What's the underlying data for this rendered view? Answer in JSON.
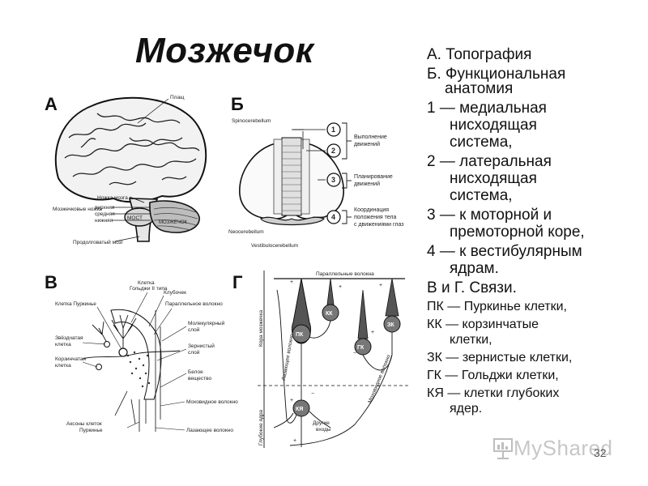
{
  "slide": {
    "title": "Мозжечок",
    "page_number": "32",
    "watermark": "MyShared"
  },
  "panels": {
    "A": {
      "letter": "А",
      "labels": {
        "plash": "Плащ",
        "nozhka": "Ножка мозга",
        "mozzh_nozhki": "Мозжечковые ножки",
        "verkhnyaya": "верхняя",
        "srednyaya": "средняя",
        "nizhnyaya": "нижняя",
        "most": "МОСТ",
        "mozzhechok": "МОЗЖЕЧОК",
        "prodolgovaty": "Продолговатый мозг"
      }
    },
    "B": {
      "letter": "Б",
      "labels": {
        "spino": "Spinocerebellum",
        "neo": "Neocerebellum",
        "vestibulo": "Vestibulocerebellum",
        "n1": "1",
        "n2": "2",
        "n3": "3",
        "n4": "4",
        "vypolnenie_1": "Выполнение",
        "vypolnenie_2": "движений",
        "planirovanie_1": "Планирование",
        "planirovanie_2": "движений",
        "koord_1": "Координация",
        "koord_2": "положения тела",
        "koord_3": "с движениями глаз"
      }
    },
    "V": {
      "letter": "В",
      "labels": {
        "kletka_golgi_1": "Клетка",
        "kletka_golgi_2": "Гольджи II типа",
        "klubochek": "Клубочек",
        "parallelnoe": "Параллельное волокно",
        "purkinje": "Клетка Пуркинье",
        "molek_1": "Молекулярный",
        "molek_2": "слой",
        "zvezd_1": "Звёздчатая",
        "zvezd_2": "клетка",
        "zern_1": "Зернистый",
        "zern_2": "слой",
        "korz_1": "Корзинчатая",
        "korz_2": "клетка",
        "beloe_1": "Белое",
        "beloe_2": "вещество",
        "mohovid": "Моховидное волокно",
        "aksony_1": "Аксоны клеток",
        "aksony_2": "Пуркинье",
        "lazayuschee": "Лазающее волокно"
      }
    },
    "G": {
      "letter": "Г",
      "labels": {
        "parallelnye": "Параллельные волокна",
        "kora": "Кора мозжечка",
        "lazayuschee": "Лазающее волокно",
        "mohovidnoe": "Моховидное волокно",
        "glubokie": "Глубокие ядра",
        "drugie_1": "Другие",
        "drugie_2": "входы",
        "pk": "ПК",
        "kk": "КК",
        "zk": "ЗК",
        "gk": "ГК",
        "kya": "КЯ",
        "plus": "+",
        "minus": "−"
      }
    }
  },
  "legend": {
    "items": [
      {
        "text": "А. Топография",
        "cont": "",
        "size": "large"
      },
      {
        "text": "Б. Функциональная",
        "cont": "анатомия",
        "size": "large"
      },
      {
        "text": "1 — медиальная",
        "cont": "нисходящая система,",
        "size": "large"
      },
      {
        "text": "2 — латеральная",
        "cont": "нисходящая система,",
        "size": "large"
      },
      {
        "text": "3 — к моторной и",
        "cont": "премоторной коре,",
        "size": "large"
      },
      {
        "text": "4 — к вестибулярным",
        "cont": "ядрам.",
        "size": "large"
      },
      {
        "text": "В и Г. Связи.",
        "cont": "",
        "size": "large"
      },
      {
        "text": "ПК — Пуркинье клетки,",
        "cont": "",
        "size": "small"
      },
      {
        "text": "КК — корзинчатые",
        "cont": "клетки,",
        "size": "small"
      },
      {
        "text": "ЗК — зернистые клетки,",
        "cont": "",
        "size": "small"
      },
      {
        "text": "ГК — Гольджи клетки,",
        "cont": "",
        "size": "small"
      },
      {
        "text": "КЯ — клетки глубоких",
        "cont": "ядер.",
        "size": "small"
      }
    ]
  }
}
